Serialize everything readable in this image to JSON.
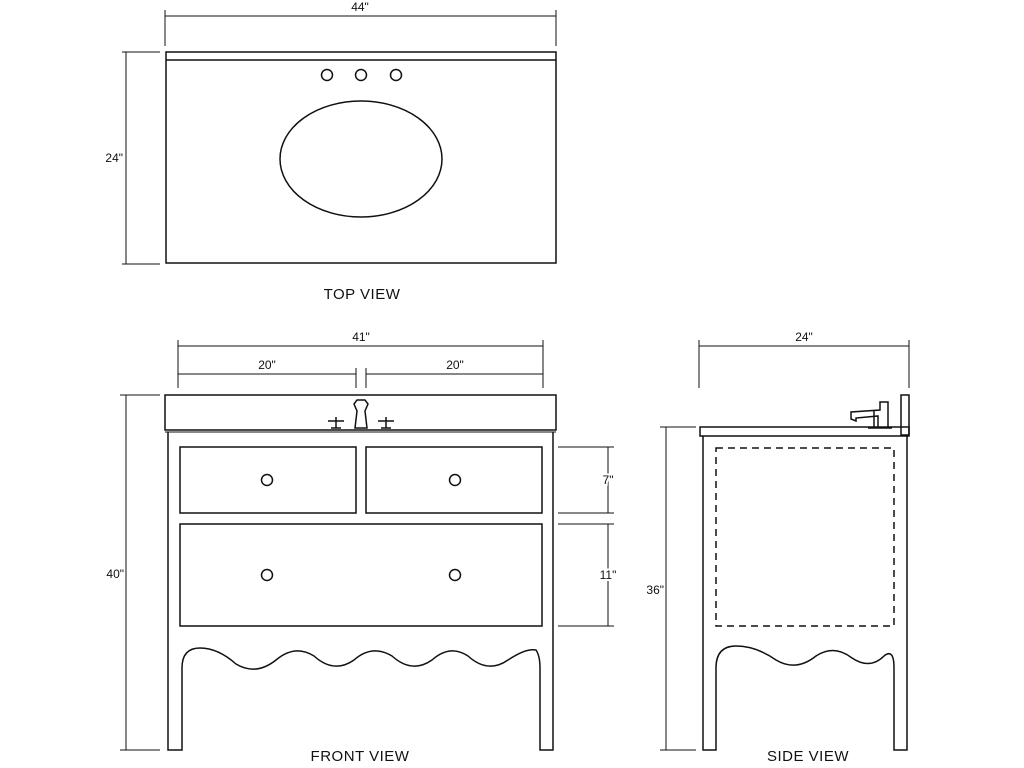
{
  "top_view": {
    "caption": "TOP  VIEW",
    "width_label": "44\"",
    "depth_label": "24\""
  },
  "front_view": {
    "caption": "FRONT  VIEW",
    "width_label": "41\"",
    "left_half_label": "20\"",
    "right_half_label": "20\"",
    "height_label": "40\"",
    "top_drawer_label": "7\"",
    "bottom_drawer_label": "11\""
  },
  "side_view": {
    "caption": "SIDE  VIEW",
    "depth_label": "24\"",
    "height_label": "36\""
  }
}
